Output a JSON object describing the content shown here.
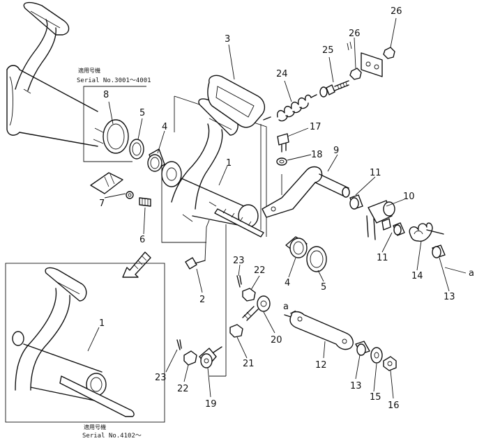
{
  "serial_notes": {
    "upper_jp": "適用号機",
    "upper_serial": "Serial No.3001～4001",
    "lower_jp": "適用号機",
    "lower_serial": "Serial No.4102～"
  },
  "callouts": {
    "p1": "1",
    "p1b": "1",
    "p2": "2",
    "p3": "3",
    "p4": "4",
    "p4b": "4",
    "p5": "5",
    "p5b": "5",
    "p6": "6",
    "p7": "7",
    "p8": "8",
    "p9": "9",
    "p10": "10",
    "p11": "11",
    "p11b": "11",
    "p12": "12",
    "p13": "13",
    "p13b": "13",
    "p14": "14",
    "p15": "15",
    "p16": "16",
    "p17": "17",
    "p18": "18",
    "p19": "19",
    "p20": "20",
    "p21": "21",
    "p22": "22",
    "p22b": "22",
    "p23": "23",
    "p23b": "23",
    "p24": "24",
    "p25": "25",
    "p26": "26",
    "p26b": "26"
  },
  "link_markers": {
    "a_right": "a",
    "a_mid": "a"
  }
}
